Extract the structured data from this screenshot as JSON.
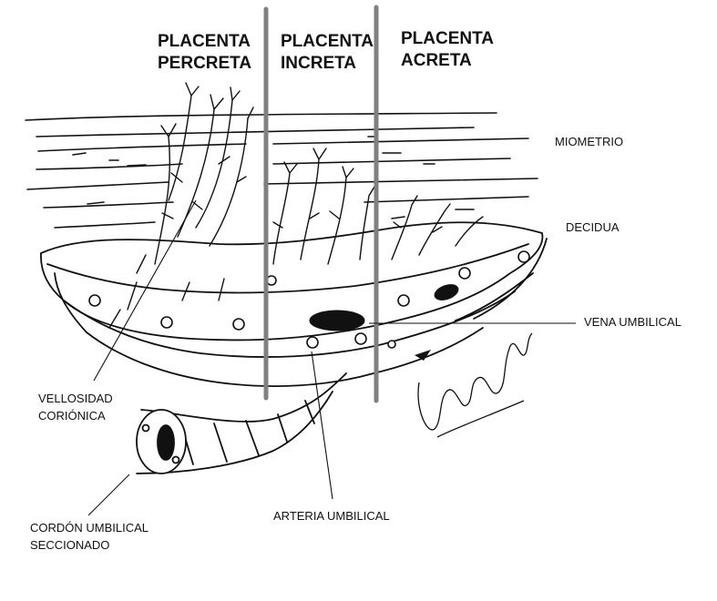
{
  "headers": {
    "percreta": "PLACENTA\nPERCRETA",
    "increta": "PLACENTA\nINCRETA",
    "acreta": "PLACENTA\nACRETA"
  },
  "labels": {
    "miometrio": "MIOMETRIO",
    "decidua": "DECIDUA",
    "vena": "VENA UMBILICAL",
    "vellosidad": "VELLOSIDAD\nCORIÓNICA",
    "arteria": "ARTERIA UMBILICAL",
    "cordon": "CORDÓN UMBILICAL\nSECCIONADO"
  },
  "signature": "francisca felix",
  "colors": {
    "ink": "#111111",
    "divider": "#808080",
    "background": "#ffffff"
  }
}
